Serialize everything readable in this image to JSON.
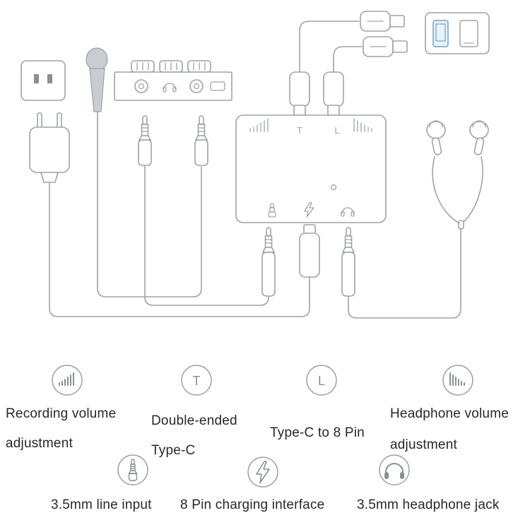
{
  "device": {
    "t_label": "T",
    "l_label": "L"
  },
  "legend_row1": [
    {
      "icon": "recording-volume-icon",
      "line1": "Recording volume",
      "line2": "adjustment"
    },
    {
      "icon": "type-c-letter-icon",
      "symbol": "T",
      "line1": "Double-ended",
      "line2": "Type-C"
    },
    {
      "icon": "eight-pin-letter-icon",
      "symbol": "L",
      "line1": "Type-C to 8 Pin",
      "line2": ""
    },
    {
      "icon": "headphone-volume-icon",
      "line1": "Headphone volume",
      "line2": "adjustment"
    }
  ],
  "legend_row2": [
    {
      "icon": "jack-icon",
      "label": "3.5mm line input"
    },
    {
      "icon": "bolt-icon",
      "label": "8 Pin charging interface"
    },
    {
      "icon": "headphones-icon",
      "label": "3.5mm headphone jack"
    }
  ],
  "colors": {
    "line": "#9fa3a7",
    "text": "#26282b",
    "accent_blue": "#6ba3d6"
  }
}
